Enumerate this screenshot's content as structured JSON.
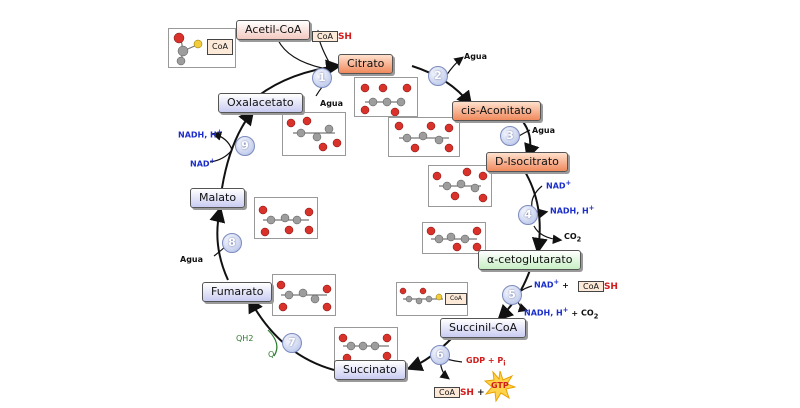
{
  "metabolites": {
    "acetyl_coa": "Acetil-CoA",
    "citrato": "Citrato",
    "cis_aconitato": "cis-Aconitato",
    "isocitrato": "D-Isocitrato",
    "cetoglutarato": "α-cetoglutarato",
    "succinil_coa": "Succinil-CoA",
    "succinato": "Succinato",
    "fumarato": "Fumarato",
    "malato": "Malato",
    "oxalacetato": "Oxalacetato"
  },
  "cofactors": {
    "coa": "CoA",
    "sh": "SH",
    "agua": "Agua",
    "nad": "NAD",
    "nadh": "NADH, H",
    "plus_sup": "+",
    "plus": "+",
    "co": "CO",
    "sub2": "2",
    "gdp_pi": "GDP + P",
    "sub_i": "i",
    "gtp": "GTP",
    "q": "Q",
    "qh2": "QH2",
    "s": "S"
  },
  "steps": [
    "1",
    "2",
    "3",
    "4",
    "5",
    "6",
    "7",
    "8",
    "9"
  ],
  "colors": {
    "cycle_arrow": "#111111",
    "nad_text": "#1b2ec9",
    "gdp_text": "#d21c1c",
    "quinone_text": "#2f7a2f",
    "step_circle": "#a9b8e6"
  },
  "icons": [
    "molecule-model-icon",
    "gtp-star-icon",
    "step-number-icon"
  ]
}
